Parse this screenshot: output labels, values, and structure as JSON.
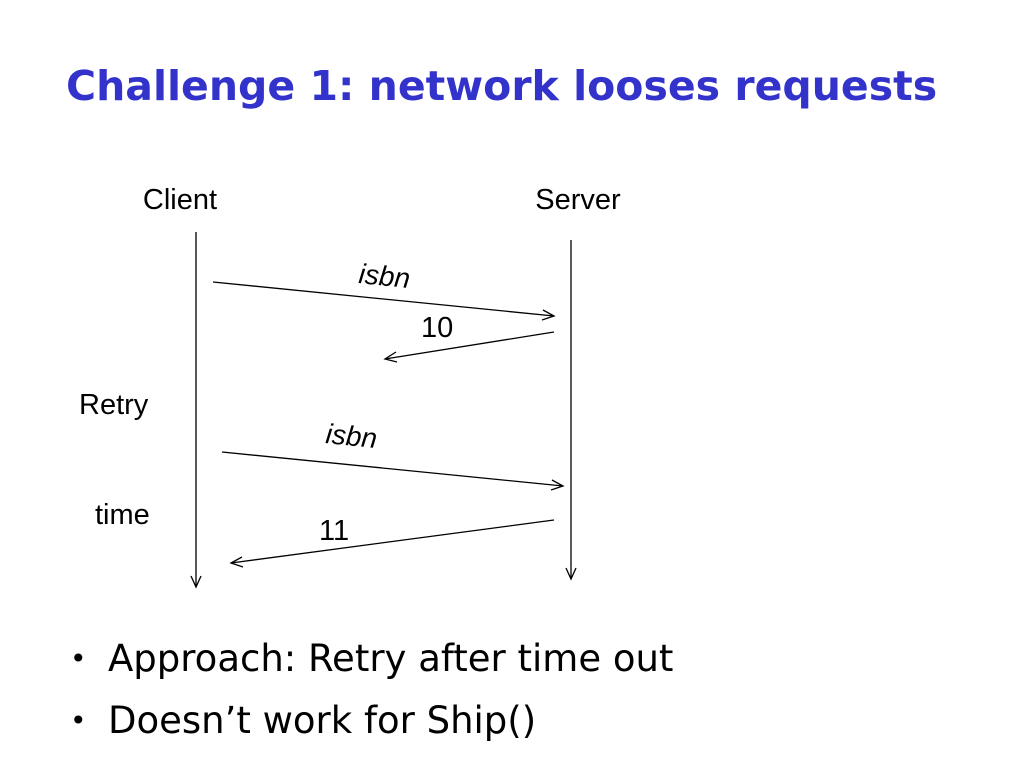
{
  "slide": {
    "title": "Challenge 1: network looses requests"
  },
  "diagram": {
    "client_label": "Client",
    "server_label": "Server",
    "retry_label": "Retry",
    "time_label": "time",
    "messages": {
      "request_1": "isbn",
      "response_1": "10",
      "request_2": "isbn",
      "response_2": "11"
    }
  },
  "bullets": {
    "marker": "•",
    "items": [
      "Approach: Retry after time out",
      "Doesn’t work for Ship()"
    ]
  }
}
